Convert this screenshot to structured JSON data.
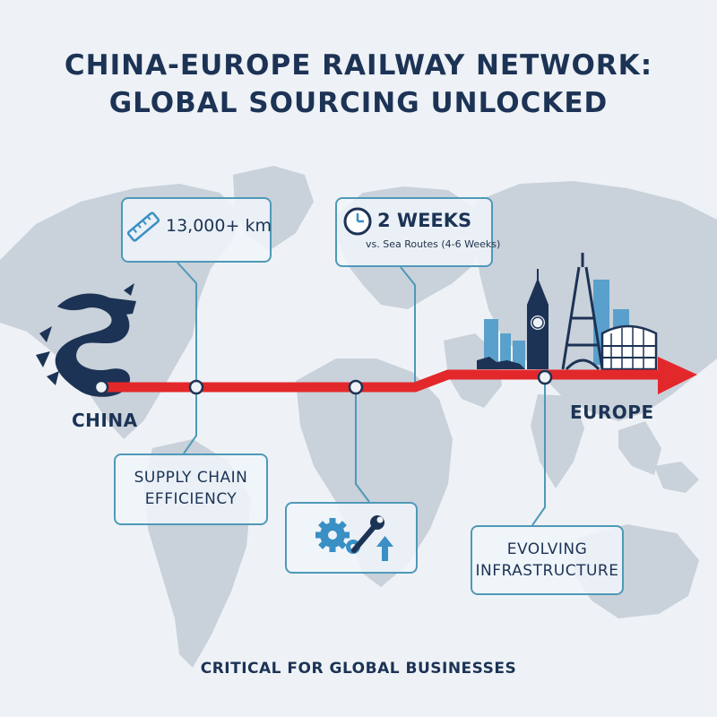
{
  "header": {
    "title_line1": "CHINA-EUROPE RAILWAY NETWORK:",
    "title_line2": "GLOBAL SOURCING UNLOCKED"
  },
  "route": {
    "origin_label": "CHINA",
    "destination_label": "EUROPE",
    "line_color": "#e3282b"
  },
  "callouts": {
    "distance": {
      "icon": "ruler-icon",
      "value": "13,000+ km"
    },
    "duration": {
      "icon": "clock-icon",
      "value": "2 WEEKS",
      "comparison": "vs. Sea Routes (4-6 Weeks)"
    },
    "supply_chain": {
      "line1": "SUPPLY CHAIN",
      "line2": "EFFICIENCY"
    },
    "tools": {
      "icons": [
        "gears-icon",
        "wrench-icon",
        "up-arrow-icon"
      ]
    },
    "infrastructure": {
      "line1": "EVOLVING",
      "line2": "INFRASTRUCTURE"
    }
  },
  "footer": {
    "text": "CRITICAL FOR GLOBAL BUSINESSES"
  },
  "colors": {
    "navy": "#1c3355",
    "accent_blue": "#3a8fc4",
    "callout_border": "#4f99b8",
    "map_land": "#c9d1da",
    "background": "#eef2f6"
  }
}
